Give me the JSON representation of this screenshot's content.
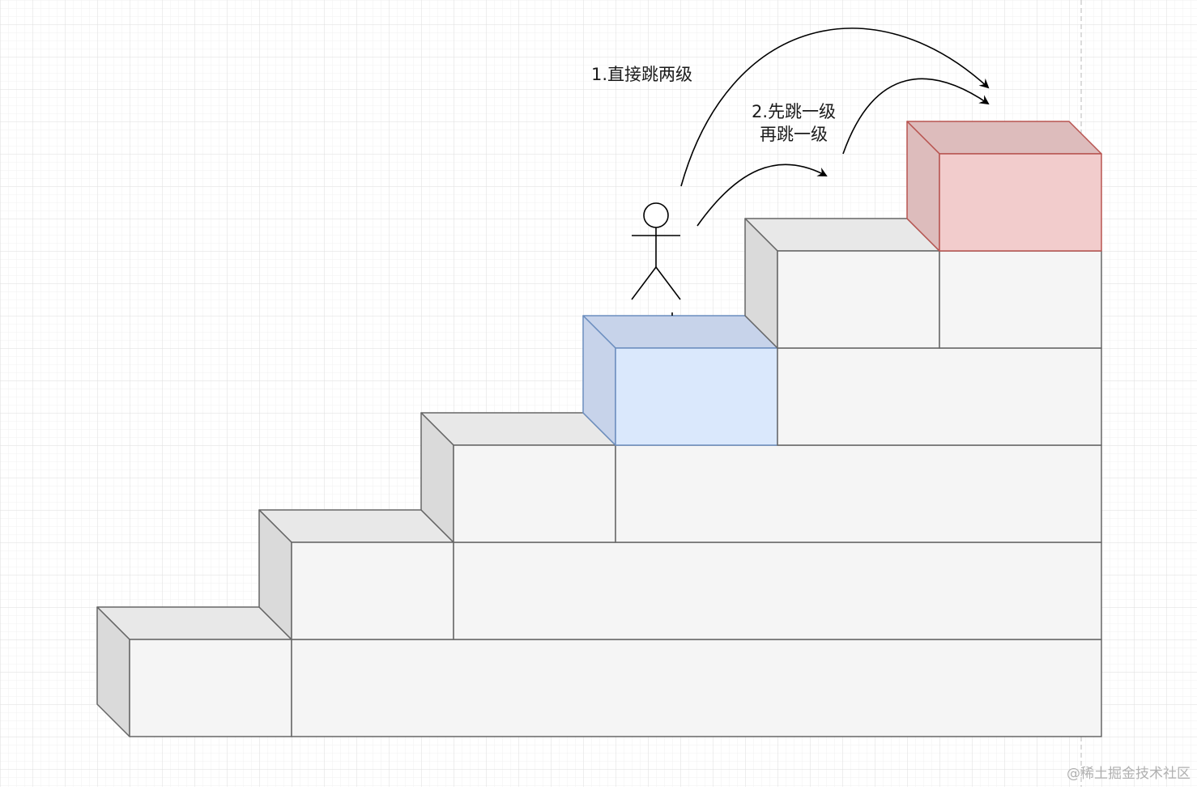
{
  "diagram": {
    "labels": {
      "jump_two": "1.直接跳两级",
      "jump_one_line1": "2.先跳一级",
      "jump_one_line2": "再跳一级"
    },
    "watermark": "@稀土掘金技术社区",
    "colors": {
      "block_face": "#f5f5f5",
      "block_side": "#dadada",
      "block_top": "#e8e8e8",
      "block_stroke": "#666666",
      "current_step_face": "#dae8fc",
      "current_step_side": "#c7d3ea",
      "current_step_stroke": "#6c8ebf",
      "target_step_face": "#f2cccc",
      "target_step_side": "#ddbcbc",
      "target_step_stroke": "#b85450",
      "arrow": "#000000"
    }
  }
}
